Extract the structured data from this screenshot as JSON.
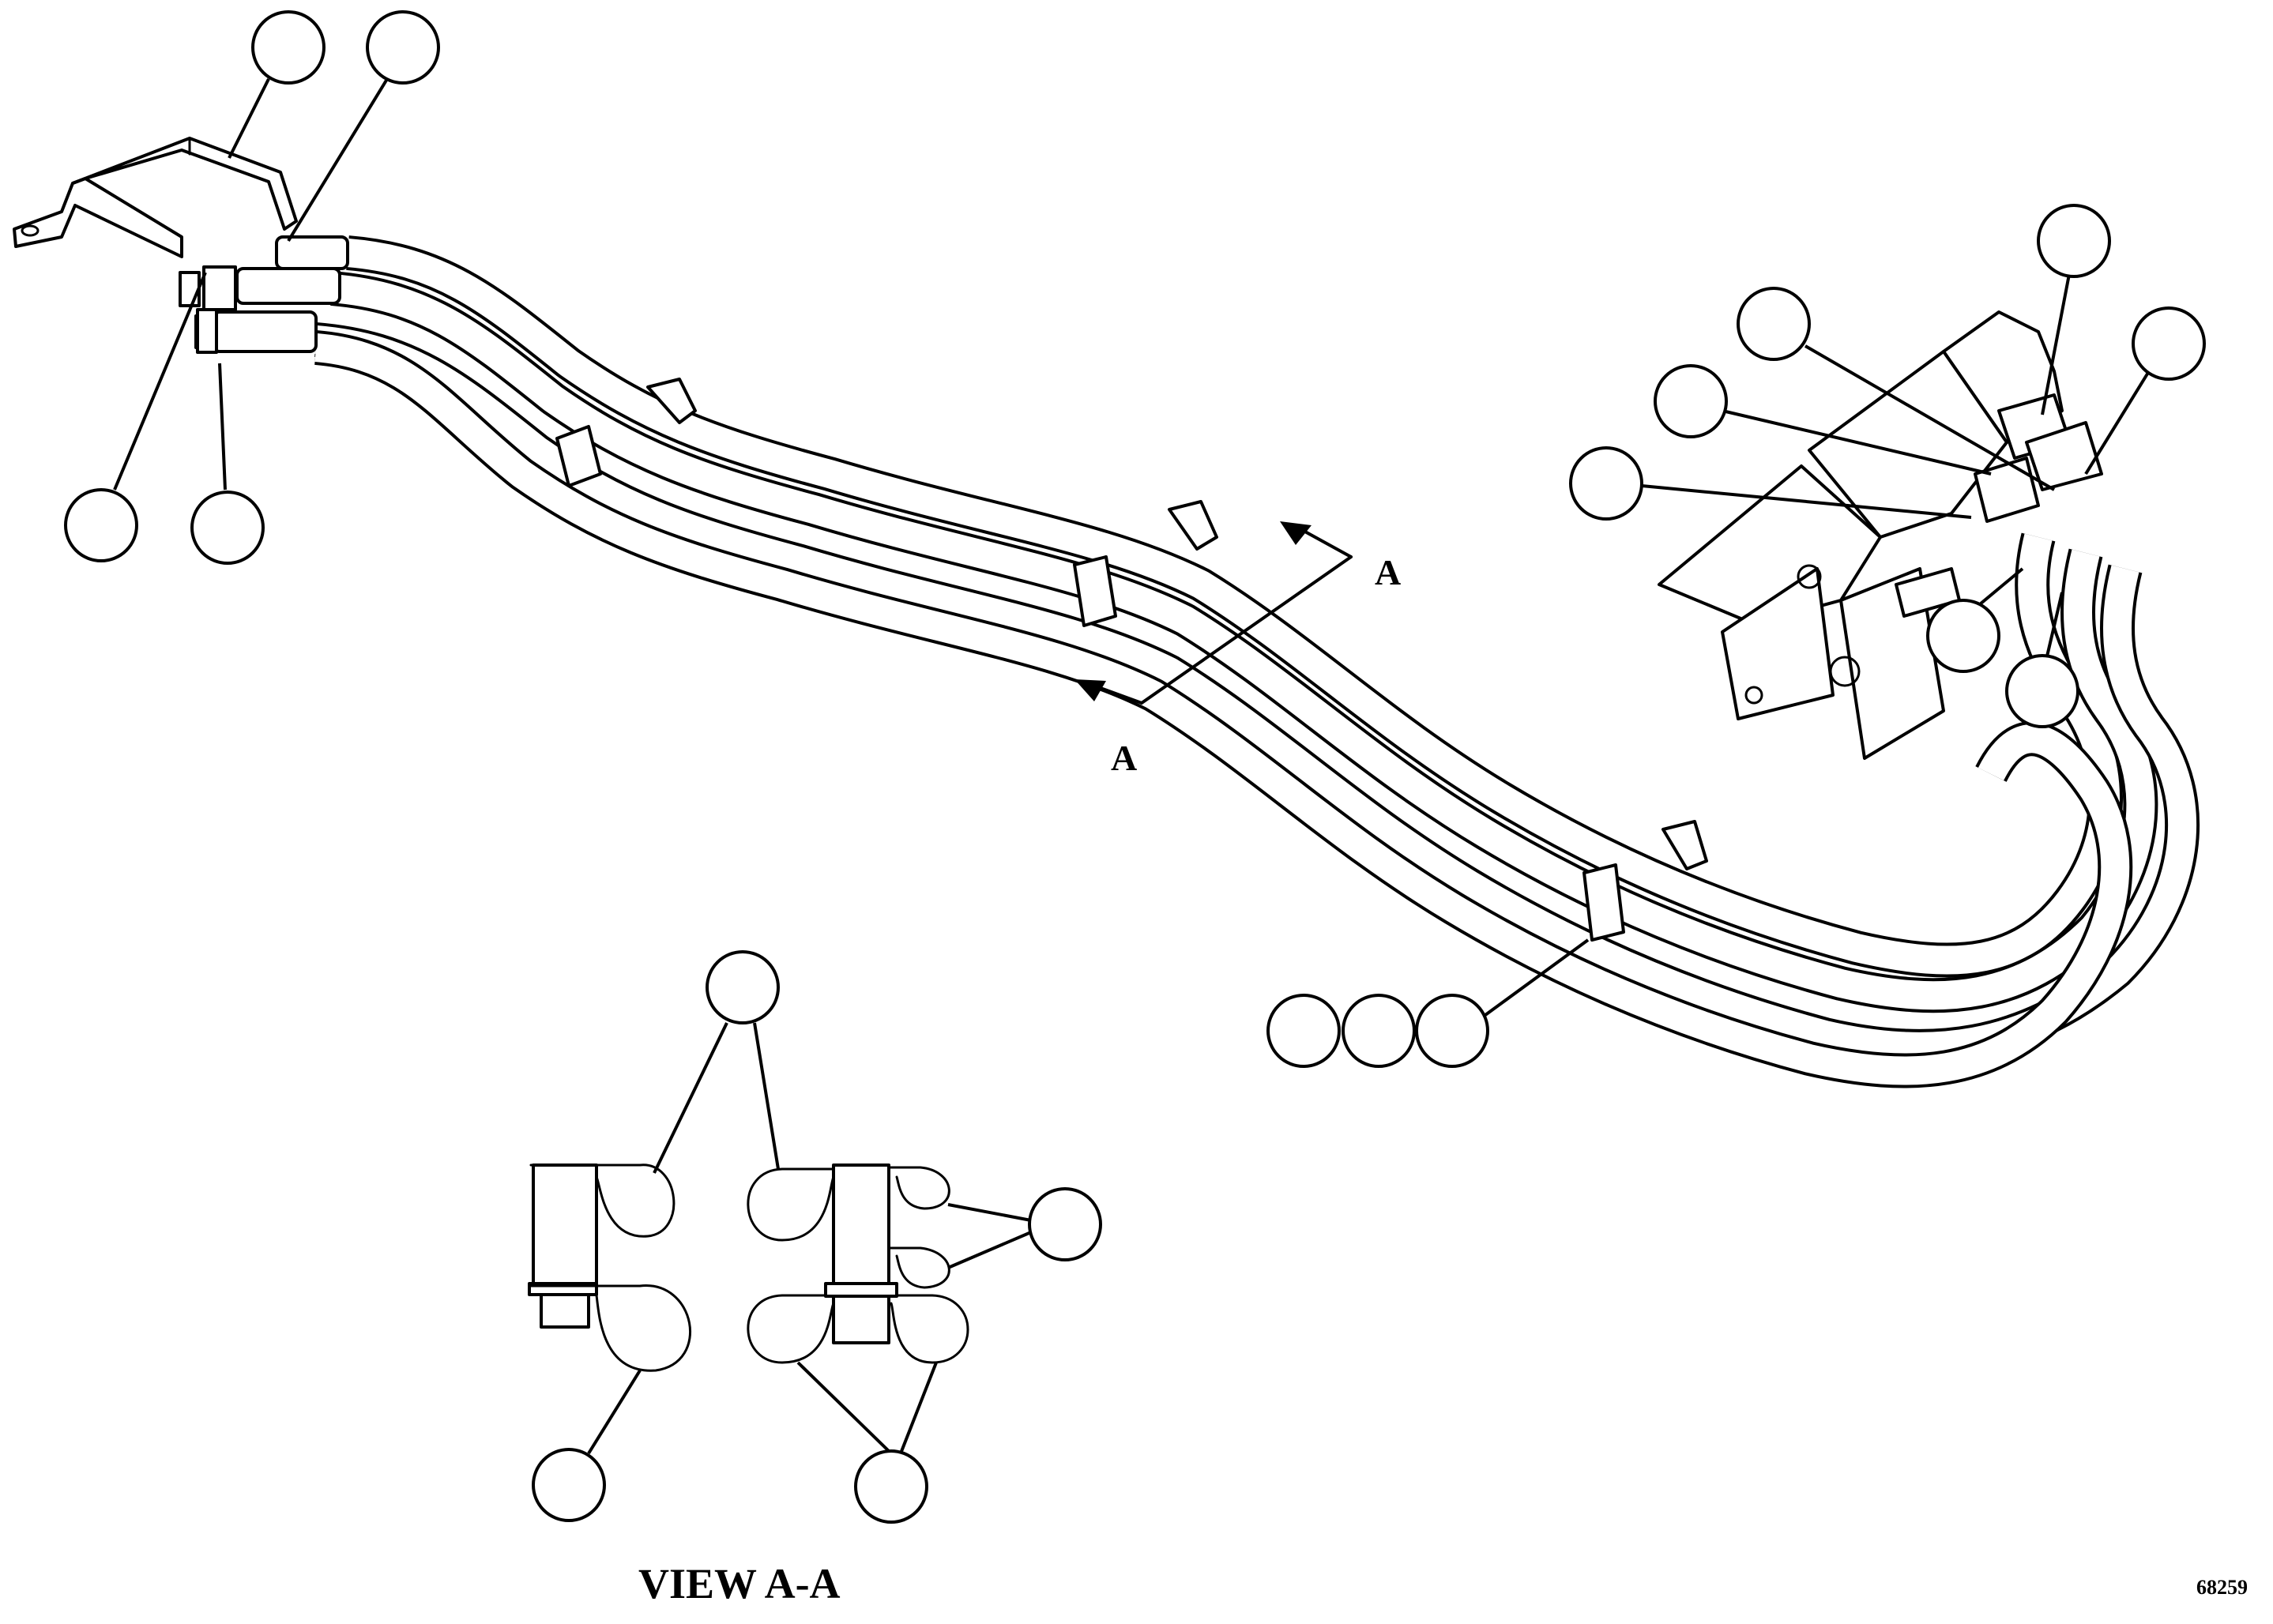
{
  "section_label_top": "A",
  "section_label_bottom": "A",
  "view_title": "VIEW A-A",
  "figure_number": "68259",
  "callouts": [
    "bracket-callout",
    "upper-left-fitting-callout",
    "lower-left-fitting-callout",
    "lower-left-nut-callout",
    "right-top-fitting-callout",
    "right-top-outer-callout",
    "right-mid-upper-callout",
    "right-mid-lower-callout",
    "right-small-callout",
    "right-hose-callout-a",
    "right-hose-callout-b",
    "clamp-callout-1",
    "clamp-callout-2",
    "clamp-callout-3",
    "view-clamp-top-callout",
    "view-clamp-right-callout",
    "view-clamp-bottom-left-callout",
    "view-clamp-bottom-right-callout"
  ]
}
